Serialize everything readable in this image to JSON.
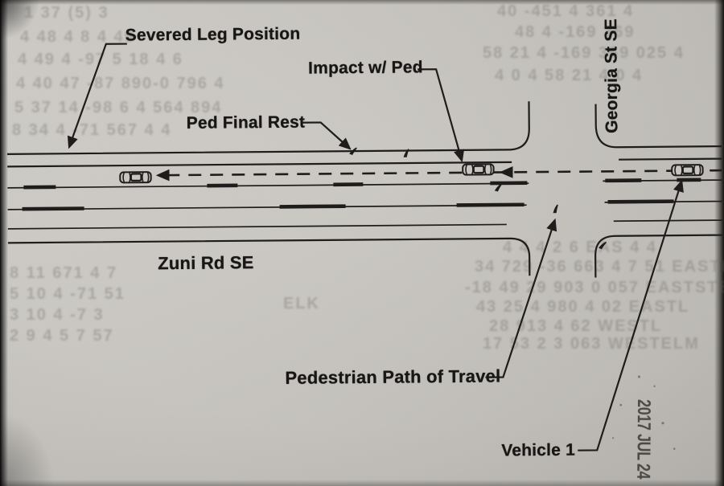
{
  "document": {
    "type": "scanned traffic crash scene diagram",
    "streets": {
      "main_road": "Zuni Rd SE",
      "cross_street": "Georgia St SE"
    },
    "annotations": {
      "severed_leg": "Severed Leg Position",
      "impact": "Impact w/ Ped",
      "ped_final_rest": "Ped Final Rest",
      "ped_path": "Pedestrian Path of Travel",
      "vehicle_1": "Vehicle 1"
    },
    "stamp_date": "2017 JUL 24",
    "vehicle_count": 3,
    "colors": {
      "paper": "#c9c6c1",
      "ink": "#1e1d1b",
      "stamp_ink": "#3d3b39"
    }
  },
  "bleed": [
    "1 37 (5) 3",
    "4 48 4 8 4 49",
    "4 49 4 -97 5 18 4 6",
    "4 40 47 -87 890-0 796 4",
    "5 37 14 -98 6 4 564 894",
    "8 34 4 -71 567 4 4",
    "40 -451 4 361 4",
    "48 4 -169 369",
    "58 21 4 -169 369 025 4",
    "4 0 4 58 21 4 0 4",
    "4 4 4 2 6 EAS 4 4",
    "34 729 -36 663 4 7 51 EASTELM",
    "-18 49 29 903 0 057 EASTSTELM",
    "43 25 4 980 4 02 EASTL",
    "28 913 4 62 WESTL",
    "17 53 2 3 063 WESTELM",
    "ELK",
    "8 11 671 4 7",
    "5 10 4 -71 51",
    "3 10 4 -7 3",
    "2 9 4 5 7 57"
  ]
}
